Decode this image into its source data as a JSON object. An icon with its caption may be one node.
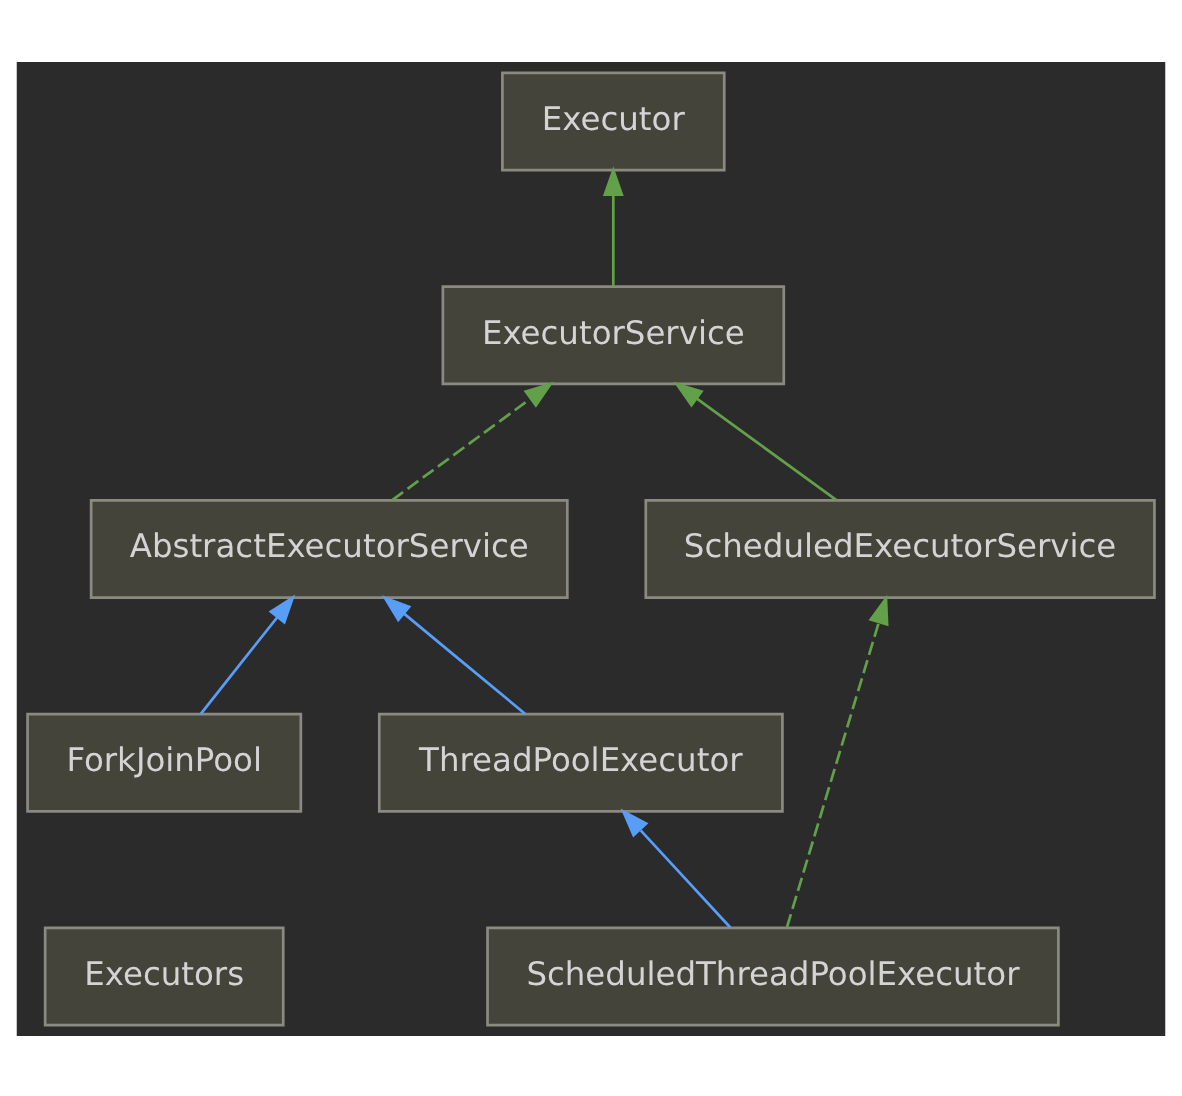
{
  "diagram": {
    "nodes": [
      {
        "text": [
          "Executor"
        ]
      },
      {
        "text": [
          "ExecutorService"
        ]
      },
      {
        "text": [
          "AbstractExecutorService"
        ]
      },
      {
        "text": [
          "ScheduledExecutorService"
        ]
      },
      {
        "text": [
          "ForkJoinPool"
        ]
      },
      {
        "text": [
          "ThreadPoolExecutor"
        ]
      },
      {
        "text": [
          "ScheduledThreadPoolExecutor"
        ]
      },
      {
        "text": [
          "Executors"
        ]
      }
    ],
    "edges": [
      {
        "from": 1,
        "to": 0,
        "arrow": "to"
      },
      {
        "from": 2,
        "to": 1,
        "arrow": "to",
        "style": "dashed"
      },
      {
        "from": 3,
        "to": 1,
        "arrow": "to"
      },
      {
        "from": 4,
        "to": 2,
        "arrow": "to",
        "color": "#589df6"
      },
      {
        "from": 5,
        "to": 2,
        "arrow": "to",
        "color": "#589df6"
      },
      {
        "from": 6,
        "to": 5,
        "arrow": "to",
        "color": "#589df6"
      },
      {
        "from": 6,
        "to": 3,
        "arrow": "to",
        "style": "dashed"
      }
    ]
  }
}
